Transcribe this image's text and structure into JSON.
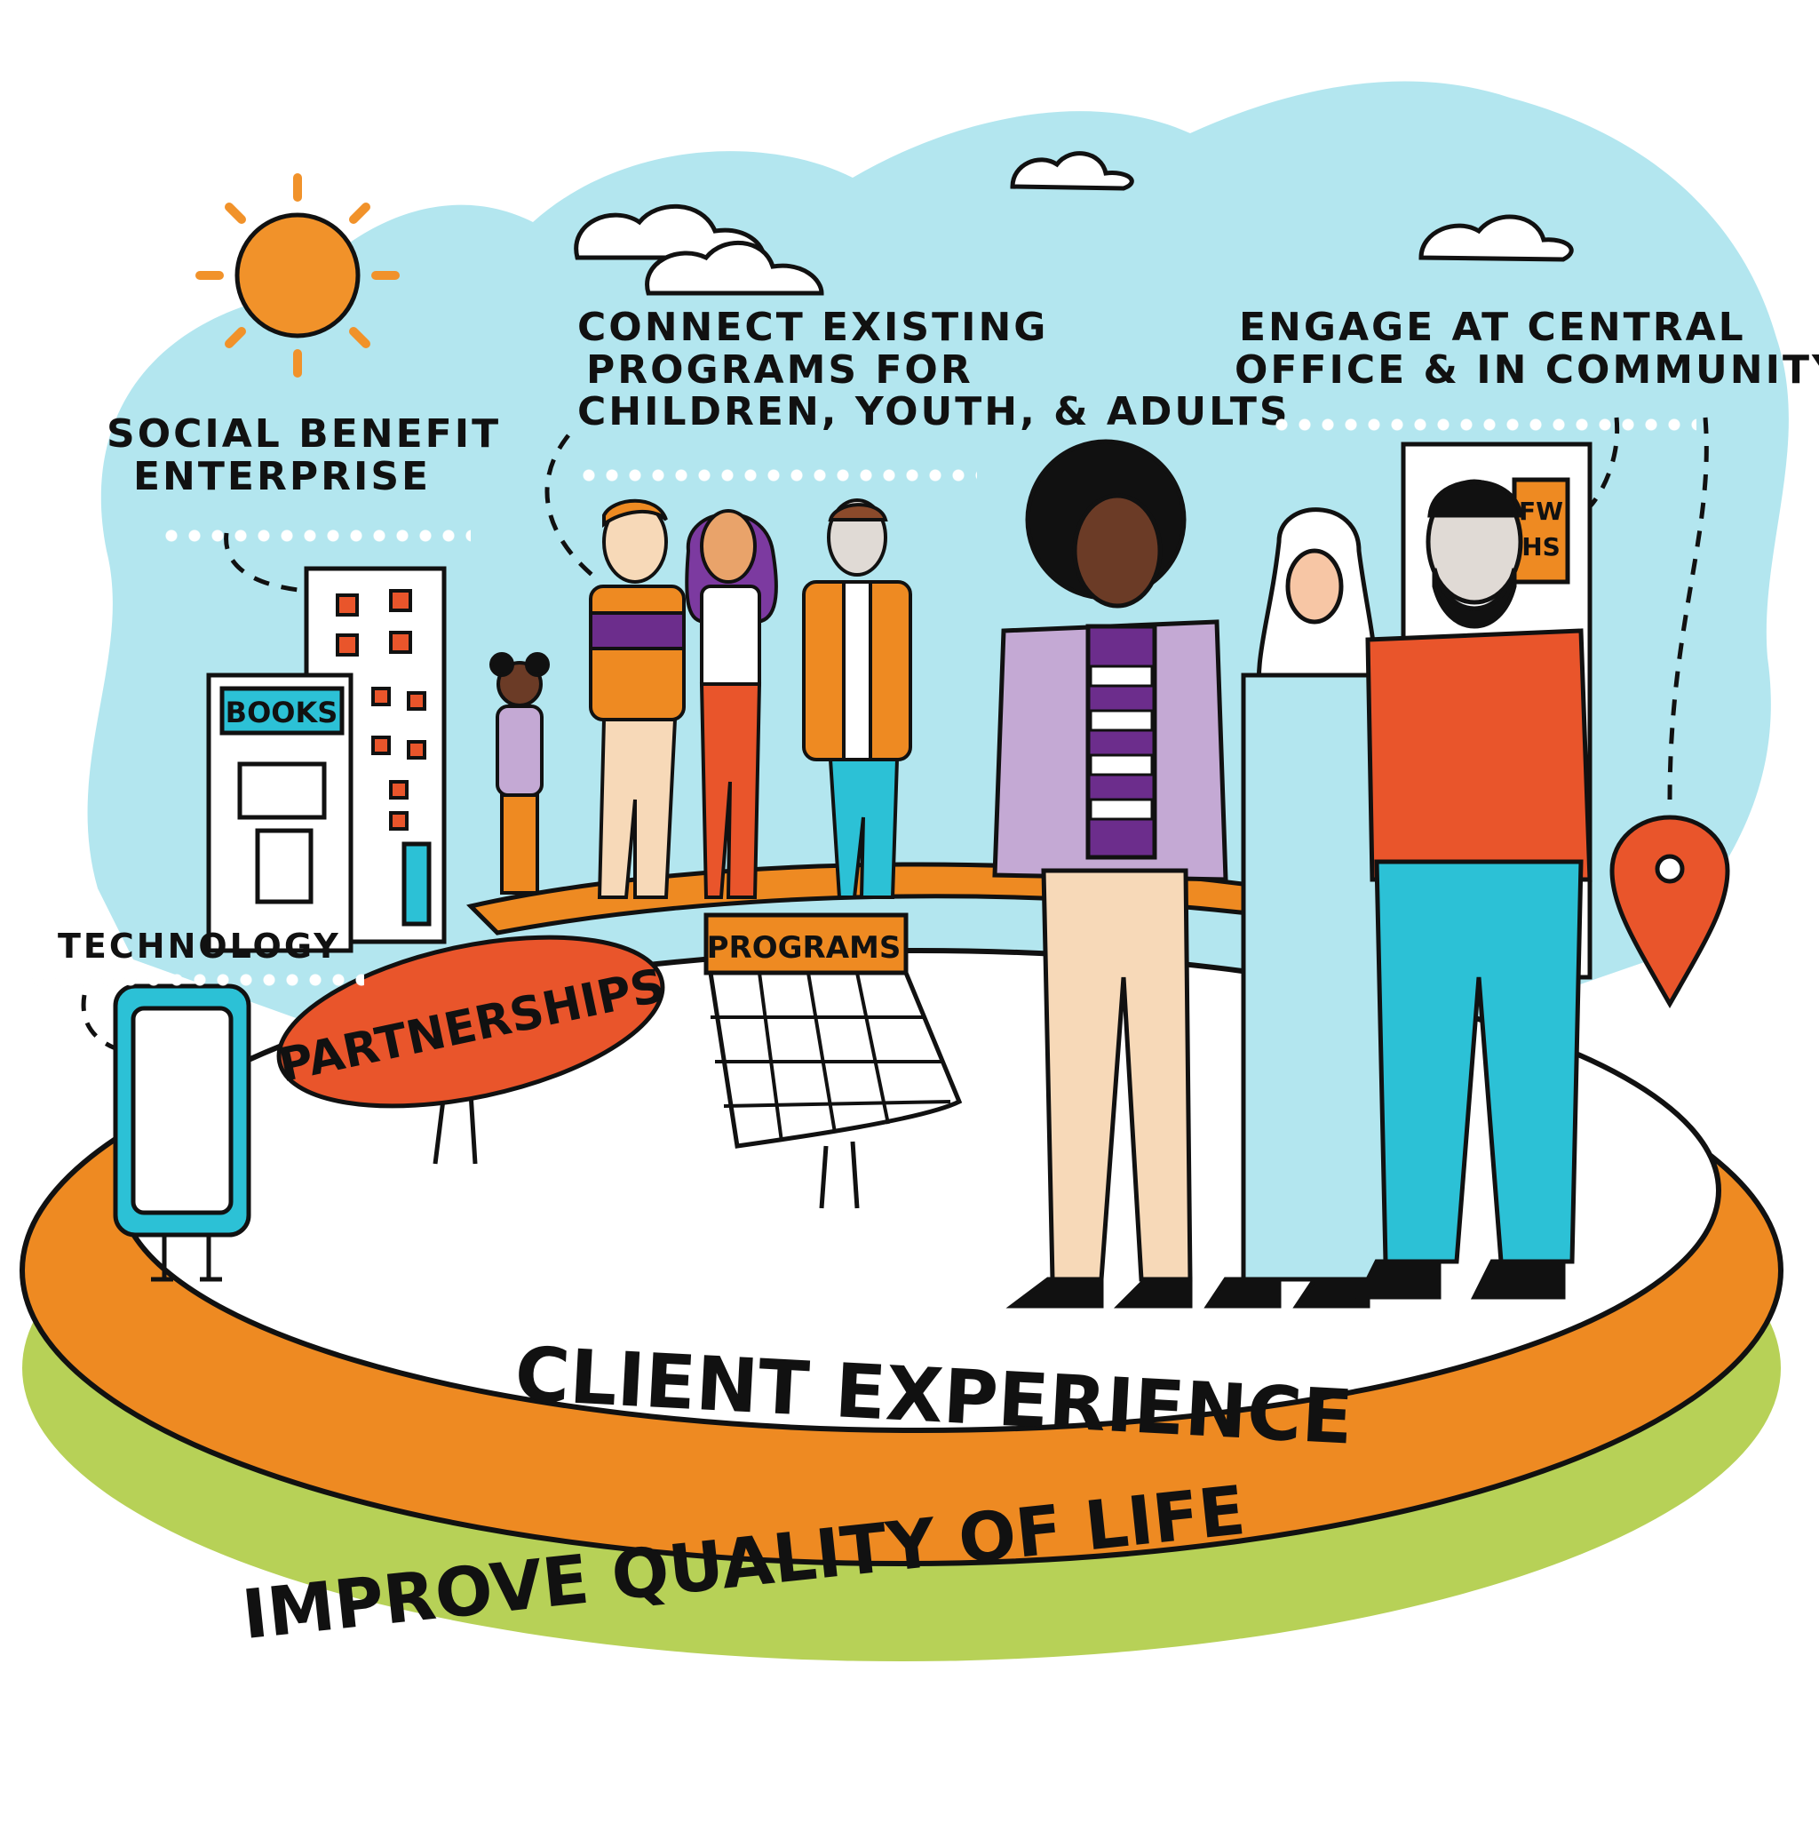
{
  "labels": {
    "social_benefit": [
      "SOCIAL BENEFIT",
      "ENTERPRISE"
    ],
    "connect_programs": [
      "CONNECT EXISTING",
      "PROGRAMS FOR",
      "CHILDREN, YOUTH, & ADULTS"
    ],
    "engage": [
      "ENGAGE AT CENTRAL",
      "OFFICE & IN COMMUNITY"
    ],
    "technology": "TECHNOLOGY",
    "partnerships": "PARTNERSHIPS",
    "programs": "PROGRAMS",
    "books": "BOOKS",
    "fwhs": [
      "FW",
      "HS"
    ],
    "client_experience": "CLIENT EXPERIENCE",
    "improve_quality": "IMPROVE QUALITY  OF LIFE"
  },
  "colors": {
    "sky": "#b3e6ef",
    "orange": "#ee8a22",
    "red_orange": "#e9552b",
    "green": "#b7d157",
    "purple": "#6c2d8c",
    "lavender": "#c4a9d4",
    "teal": "#2cc1d6",
    "skin_light": "#f7d9b8",
    "skin_dark": "#5a3526",
    "ink": "#111111"
  },
  "icons": [
    "sun-icon",
    "cloud-icon",
    "building-icon",
    "bookstore-icon",
    "smartphone-icon",
    "calendar-icon",
    "location-pin-icon",
    "office-building-icon"
  ]
}
